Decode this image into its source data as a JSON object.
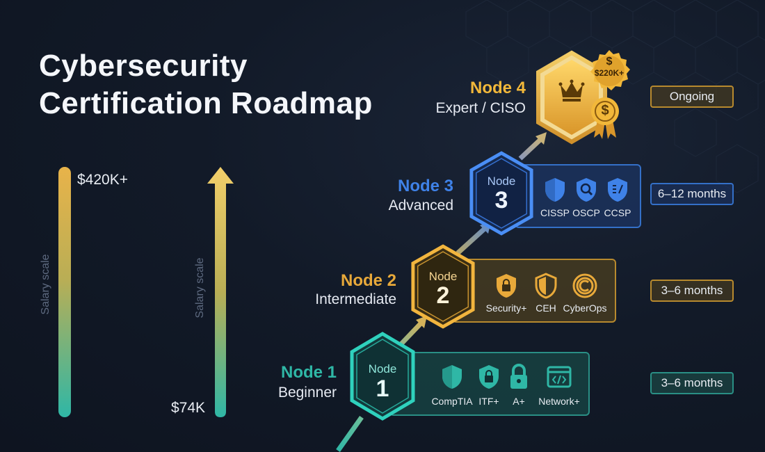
{
  "title": {
    "line1": "Cybersecurity",
    "line2": "Certification Roadmap"
  },
  "salary_scales": [
    {
      "axis_label": "Salary scale",
      "top_value": "$420K+"
    },
    {
      "axis_label": "Salary scale",
      "bottom_value": "$74K"
    }
  ],
  "nodes": [
    {
      "name": "Node 1",
      "level": "Beginner",
      "badge_label": "Node",
      "badge_number": "1",
      "color": "#2fb7a6",
      "certs": [
        {
          "label": "CompTIA",
          "icon": "shield-icon"
        },
        {
          "label": "ITF+",
          "icon": "shield-lock-icon"
        },
        {
          "label": "A+",
          "icon": "padlock-icon"
        },
        {
          "label": "Network+",
          "icon": "code-window-icon"
        }
      ],
      "duration": "3–6 months"
    },
    {
      "name": "Node 2",
      "level": "Intermediate",
      "badge_label": "Node",
      "badge_number": "2",
      "color": "#e8a93a",
      "certs": [
        {
          "label": "Security+",
          "icon": "shield-lock-icon"
        },
        {
          "label": "CEH",
          "icon": "shield-icon"
        },
        {
          "label": "CyberOps",
          "icon": "c-ring-icon"
        }
      ],
      "duration": "3–6 months"
    },
    {
      "name": "Node 3",
      "level": "Advanced",
      "badge_label": "Node",
      "badge_number": "3",
      "color": "#3f82e8",
      "certs": [
        {
          "label": "CISSP",
          "icon": "shield-icon"
        },
        {
          "label": "OSCP",
          "icon": "shield-search-icon"
        },
        {
          "label": "CCSP",
          "icon": "shield-list-icon"
        }
      ],
      "duration": "6–12 months"
    },
    {
      "name": "Node 4",
      "level": "Expert / CISO",
      "color": "#f2b83a",
      "badge_icon": "crown-icon",
      "reward_badge": "$220K+",
      "reward_symbol": "$",
      "medal_symbol": "$",
      "duration": "Ongoing"
    }
  ]
}
